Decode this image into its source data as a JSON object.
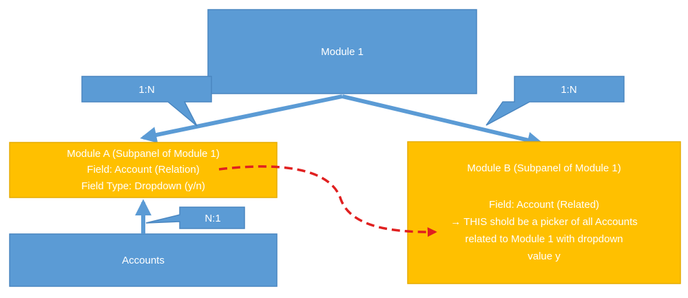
{
  "colors": {
    "blue": "#5B9BD5",
    "blue_border": "#4A86C0",
    "orange": "#FFC000",
    "orange_border": "#E6AC00",
    "dashed_red": "#E02020",
    "text": "#FFFFFF"
  },
  "module1": {
    "title": "Module 1"
  },
  "labels": {
    "left_relation": "1:N",
    "right_relation": "1:N",
    "accounts_relation": "N:1"
  },
  "moduleA": {
    "line1": "Module A (Subpanel of Module 1)",
    "line2": "Field: Account (Relation)",
    "line3": "Field Type: Dropdown (y/n)"
  },
  "moduleB": {
    "line1": "Module B (Subpanel of Module 1)",
    "line2": "Field: Account (Related)",
    "line3": "→ THIS shold be a picker of all Accounts",
    "line4": "related to Module 1 with dropdown",
    "line5": "value y"
  },
  "accounts": {
    "title": "Accounts"
  }
}
